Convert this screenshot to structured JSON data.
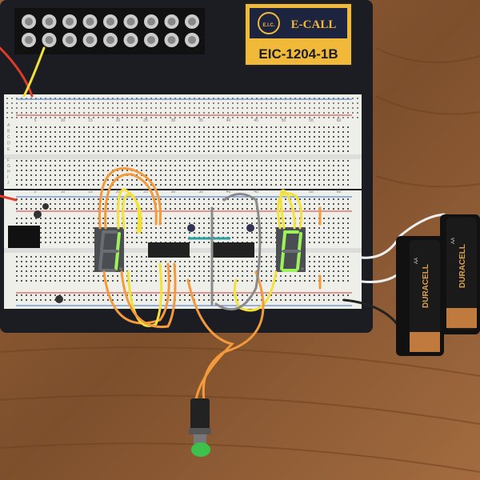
{
  "brand_label": {
    "logo_text": "E.I.C.",
    "brand": "E-CALL",
    "model": "EIC-1204-1B"
  },
  "breadboard": {
    "column_numbers": [
      "5",
      "10",
      "15",
      "20",
      "25",
      "30",
      "35",
      "40",
      "45",
      "50",
      "55",
      "60"
    ],
    "row_letters_top": [
      "A",
      "B",
      "C",
      "D",
      "E"
    ],
    "row_letters_bottom": [
      "F",
      "G",
      "H",
      "I",
      "J"
    ]
  },
  "displays": [
    {
      "digit": "1",
      "segments_on": [
        "b",
        "c"
      ],
      "color": "#9cf25a"
    },
    {
      "digit": "0",
      "segments_on": [
        "a",
        "b",
        "c",
        "d",
        "e",
        "f"
      ],
      "color": "#9cf25a"
    }
  ],
  "batteries": [
    {
      "brand": "DURACELL",
      "size": "AA"
    },
    {
      "brand": "DURACELL",
      "size": "AA"
    }
  ],
  "colors": {
    "wood": "#8b5a34",
    "base": "#1c1d22",
    "label_yellow": "#f0b93a",
    "wire_orange": "#f39a3c",
    "wire_yellow": "#f3e23a",
    "wire_gray": "#8a8a8a",
    "button_green": "#3cc24a"
  }
}
